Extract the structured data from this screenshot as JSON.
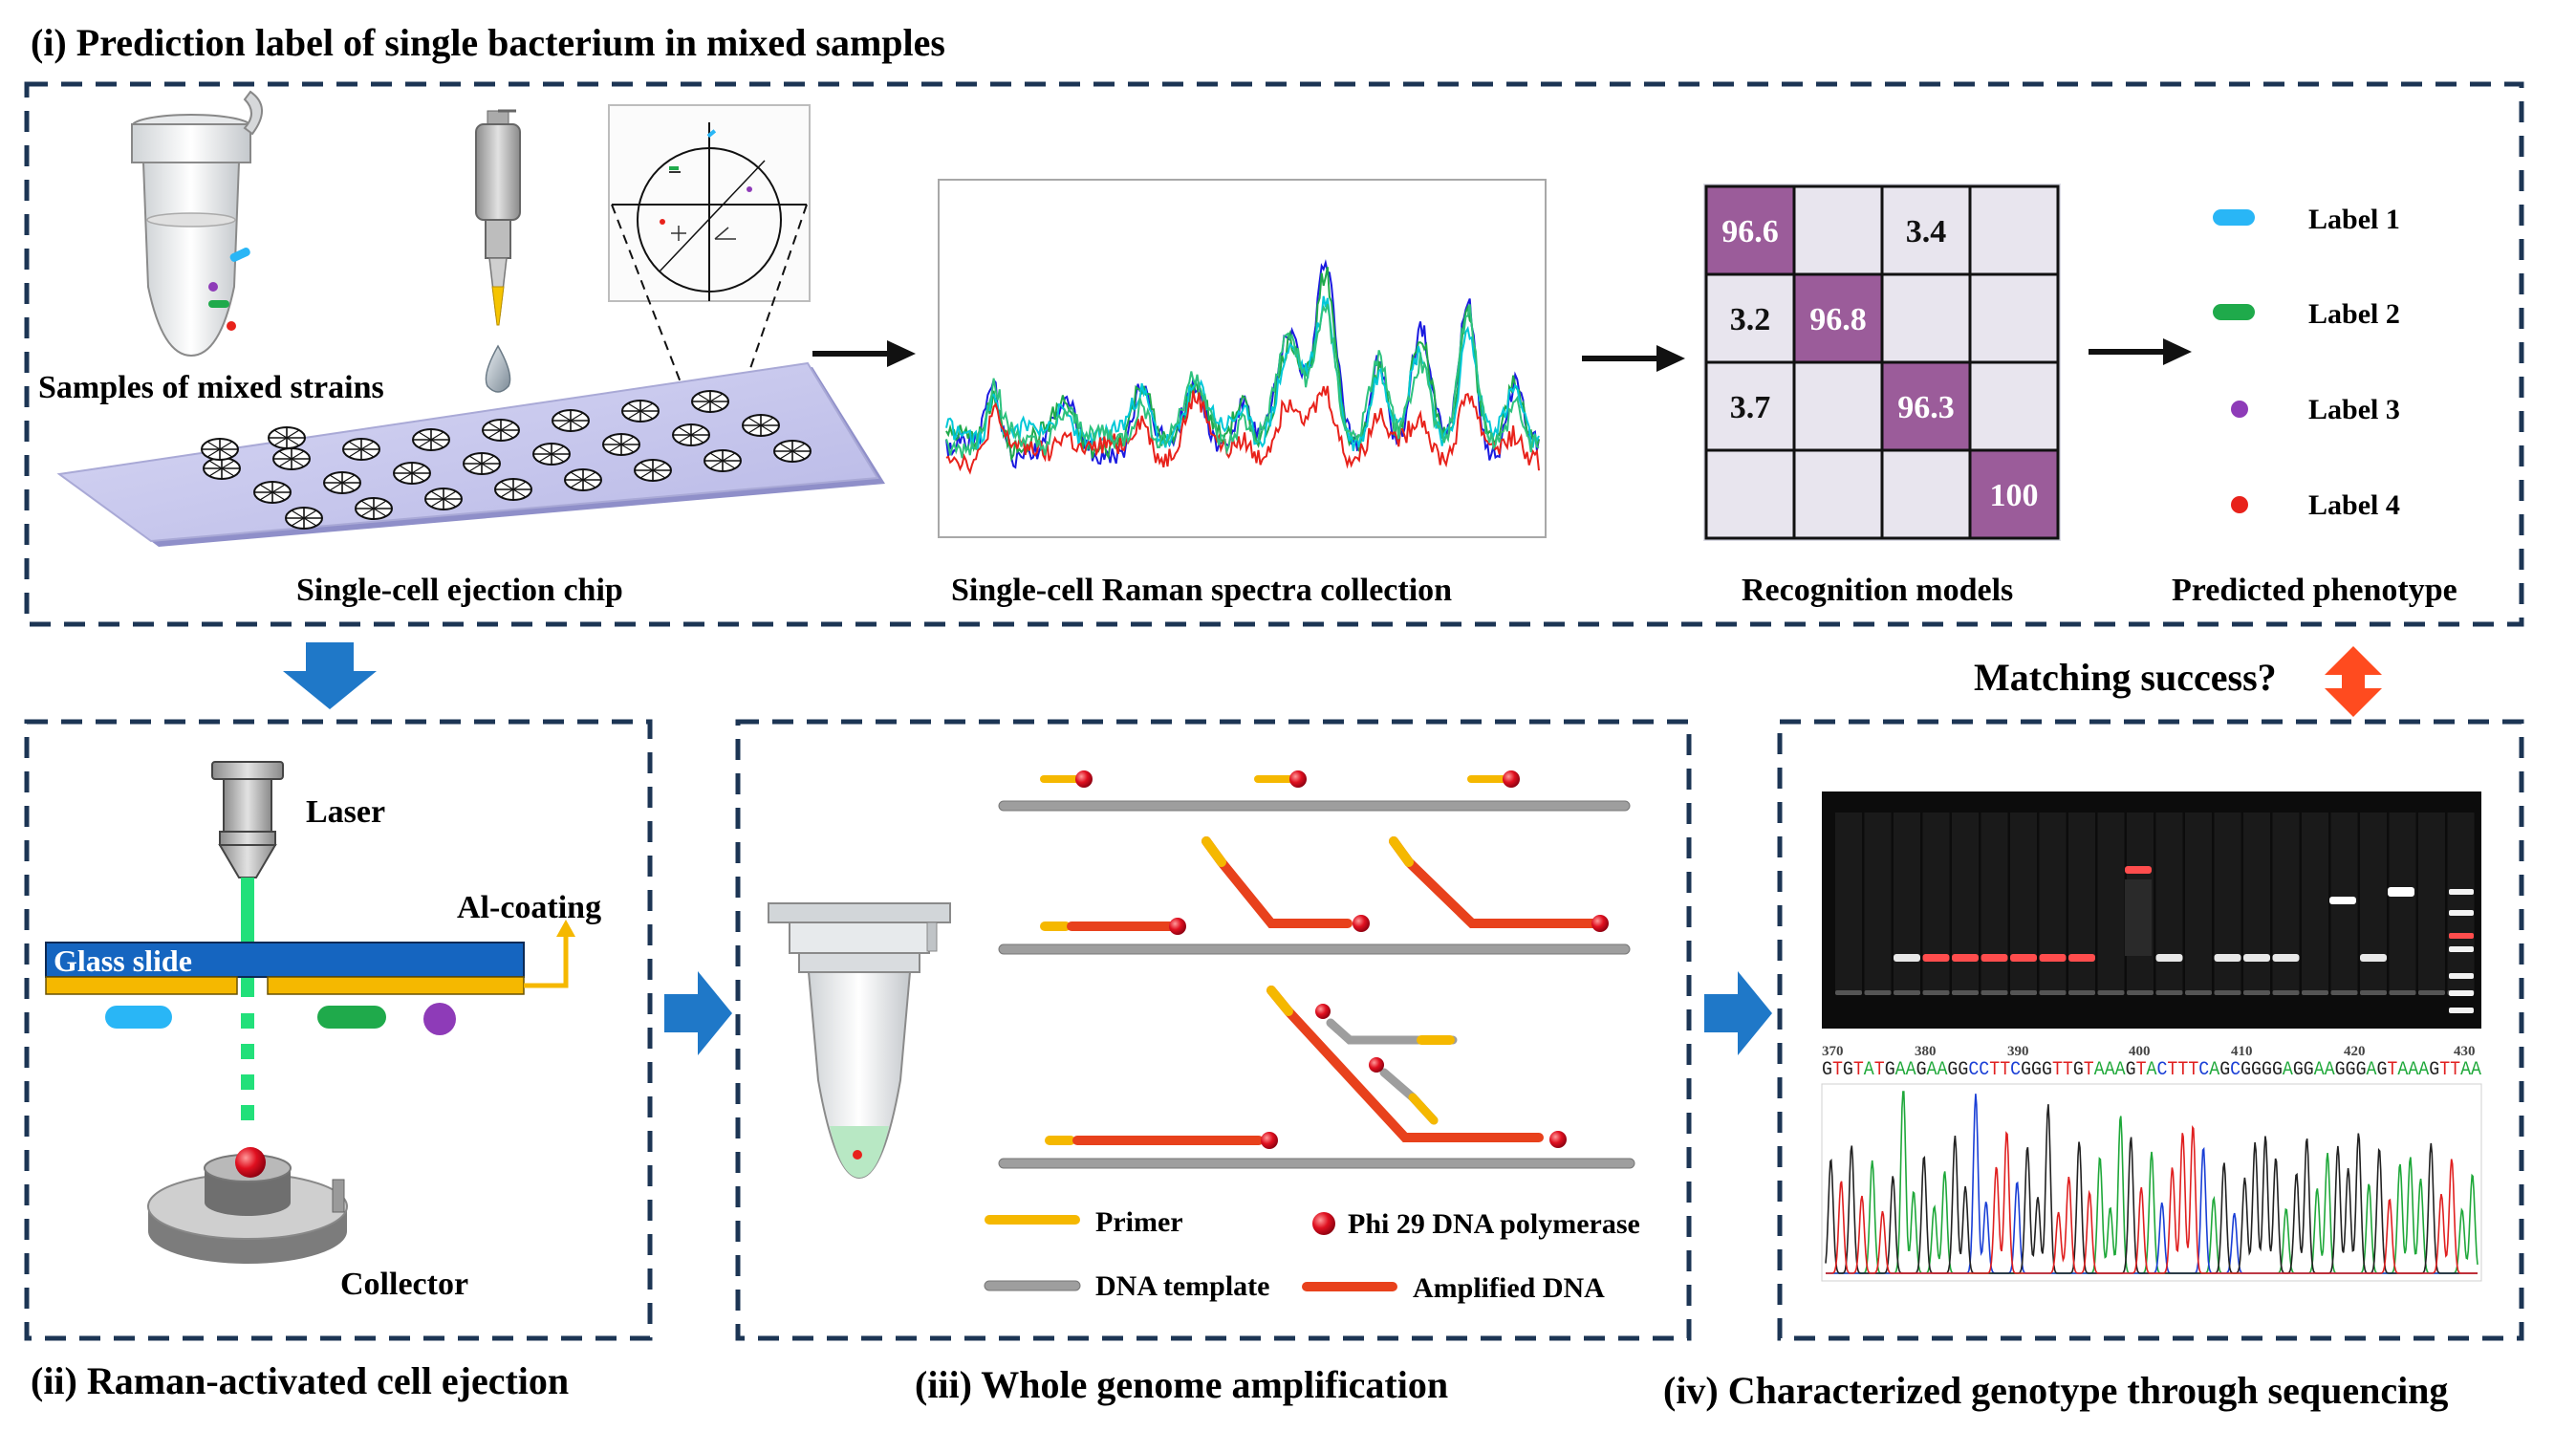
{
  "panel1": {
    "title": "(i) Prediction label of single bacterium in mixed samples",
    "samples_label": "Samples of mixed strains",
    "chip_label": "Single-cell ejection chip",
    "spectra_label": "Single-cell Raman spectra collection",
    "models_label": "Recognition models",
    "phenotype_label": "Predicted phenotype",
    "matrix": [
      [
        "96.6",
        "",
        "3.4",
        ""
      ],
      [
        "3.2",
        "96.8",
        "",
        ""
      ],
      [
        "3.7",
        "",
        "96.3",
        ""
      ],
      [
        "",
        "",
        "",
        "100"
      ]
    ],
    "labels": [
      {
        "text": "Label 1",
        "color": "#29b6f6"
      },
      {
        "text": "Label 2",
        "color": "#1faa4b"
      },
      {
        "text": "Label 3",
        "color": "#8e3bb8"
      },
      {
        "text": "Label 4",
        "color": "#e8221b"
      }
    ]
  },
  "matching": "Matching success?",
  "panel2": {
    "title": "(ii) Raman-activated cell ejection",
    "laser": "Laser",
    "coating": "Al-coating",
    "slide": "Glass slide",
    "collector": "Collector"
  },
  "panel3": {
    "title": "(iii) Whole genome amplification",
    "legend": {
      "primer": "Primer",
      "polymerase": "Phi 29 DNA polymerase",
      "template": "DNA template",
      "amplified": "Amplified DNA"
    }
  },
  "panel4": {
    "title": "(iv) Characterized genotype through sequencing",
    "ticks": [
      "370",
      "380",
      "390",
      "400",
      "410",
      "420",
      "430"
    ],
    "sequence": "GTGTATGAAGAAGGCCTTCGGGTTGTAAAGTACTTTCAGCGGGGAGGAAGGGAGTAAAGTTAA"
  },
  "colors": {
    "frame": "#1c3554",
    "arrow_blue": "#1f78c8",
    "arrow_orange": "#ff4b1f",
    "matrix_purple": "#9b5c9a",
    "matrix_gray": "#e8e5ee",
    "primer": "#f5b800",
    "template": "#9e9e9e",
    "amplified": "#e8411c",
    "polymerase": "#e01020",
    "glass": "#1565c0",
    "coating": "#f5b800",
    "laser": "#22e07a"
  }
}
